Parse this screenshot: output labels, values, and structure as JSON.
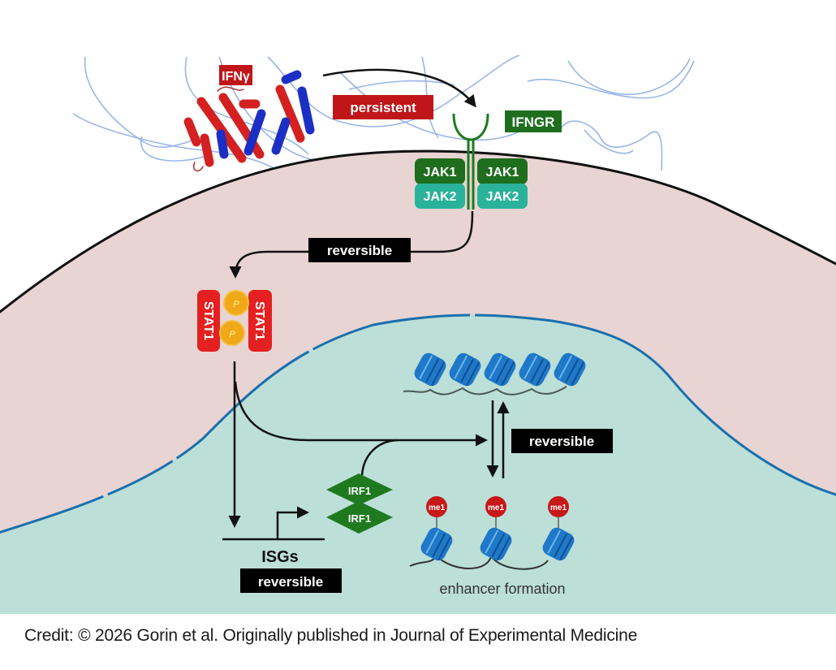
{
  "figure": {
    "colors": {
      "extracellular": "#ffffff",
      "cytoplasm": "#e8d4d2",
      "nucleus": "#bcdfd8",
      "cell_membrane": "#111111",
      "nuclear_envelope": "#1a6fae",
      "ecm_fibers": "#9ab5e6",
      "ifng_red": "#d42020",
      "ifng_blue": "#1c2fc4",
      "label_red": "#c0161a",
      "jak1_green": "#1e6e1e",
      "jak2_teal": "#2ab39a",
      "receptor_green": "#1e7a1e",
      "stat1_red": "#e42020",
      "phospho_orange": "#f0a818",
      "irf1_green": "#1f7a1f",
      "nucleosome_blue": "#1f78c8",
      "me1_red": "#c81818",
      "reversible_bg": "#000000"
    },
    "ligand": {
      "label": "IFNγ",
      "tag": "persistent"
    },
    "receptor": {
      "label": "IFNGR"
    },
    "kinases": [
      {
        "label": "JAK1",
        "side": "left"
      },
      {
        "label": "JAK1",
        "side": "right"
      },
      {
        "label": "JAK2",
        "side": "left"
      },
      {
        "label": "JAK2",
        "side": "right"
      }
    ],
    "stat_dimer": {
      "monomer_label": "STAT1",
      "phospho_label": "P"
    },
    "transcription_factor": {
      "label": "IRF1",
      "count": 2
    },
    "genes": {
      "label": "ISGs"
    },
    "reversible_labels": {
      "jak_to_stat": "reversible",
      "chromatin": "reversible",
      "isgs": "reversible"
    },
    "chromatin": {
      "closed_nucleosomes": 5,
      "open_nucleosomes": 3,
      "mark_label": "me1",
      "caption": "enhancer formation"
    }
  },
  "credit": "Credit: © 2026 Gorin et al. Originally published in Journal of Experimental Medicine"
}
